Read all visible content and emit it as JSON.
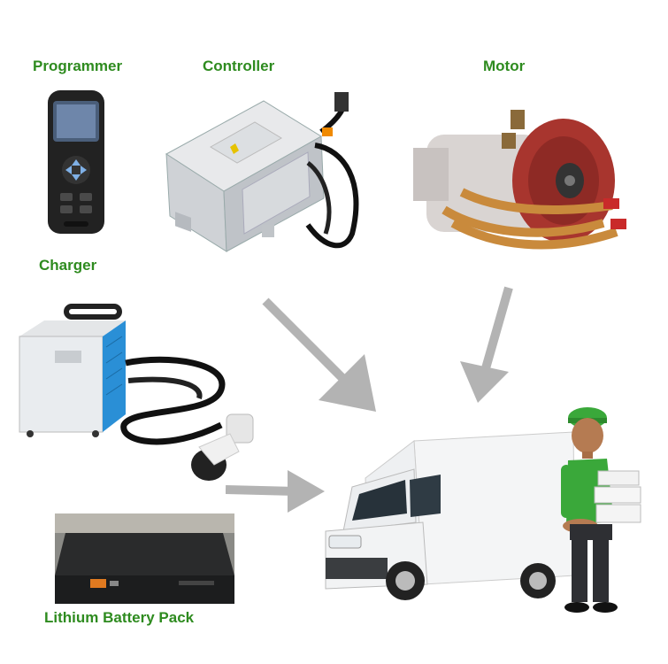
{
  "labels": {
    "programmer": "Programmer",
    "controller": "Controller",
    "motor": "Motor",
    "charger": "Charger",
    "battery": "Lithium Battery Pack"
  },
  "colors": {
    "label_green": "#2e8b1f",
    "arrow_gray": "#b3b3b3",
    "charger_blue": "#2a8fd6",
    "motor_red": "#a8352e",
    "cable_orange": "#c98a3c",
    "shirt_green": "#3aa83a"
  }
}
